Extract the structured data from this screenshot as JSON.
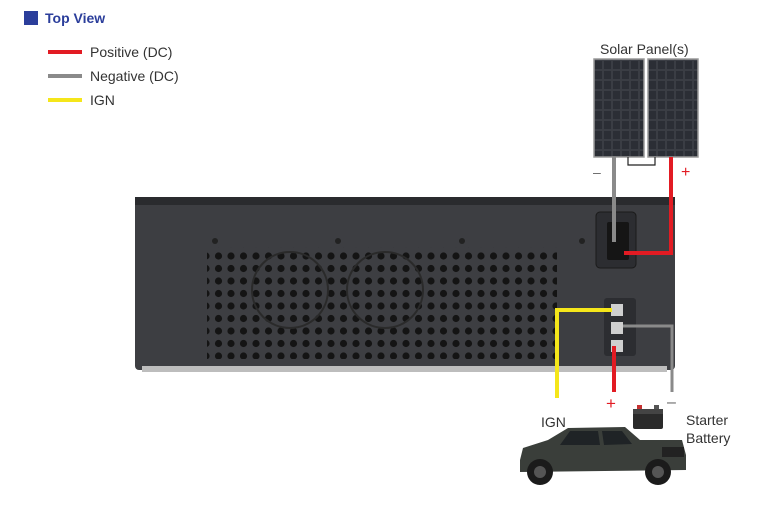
{
  "header": {
    "title": "Top View"
  },
  "legend": [
    {
      "label": "Positive (DC)",
      "color": "#e21b23"
    },
    {
      "label": "Negative (DC)",
      "color": "#8a8a8a"
    },
    {
      "label": "IGN",
      "color": "#f5e61a"
    }
  ],
  "labels": {
    "solar_panel": "Solar Panel(s)",
    "solar_minus": "–",
    "solar_plus": "+",
    "ign": "IGN",
    "battery_plus": "+",
    "battery_minus": "–",
    "starter": "Starter",
    "battery": "Battery"
  }
}
